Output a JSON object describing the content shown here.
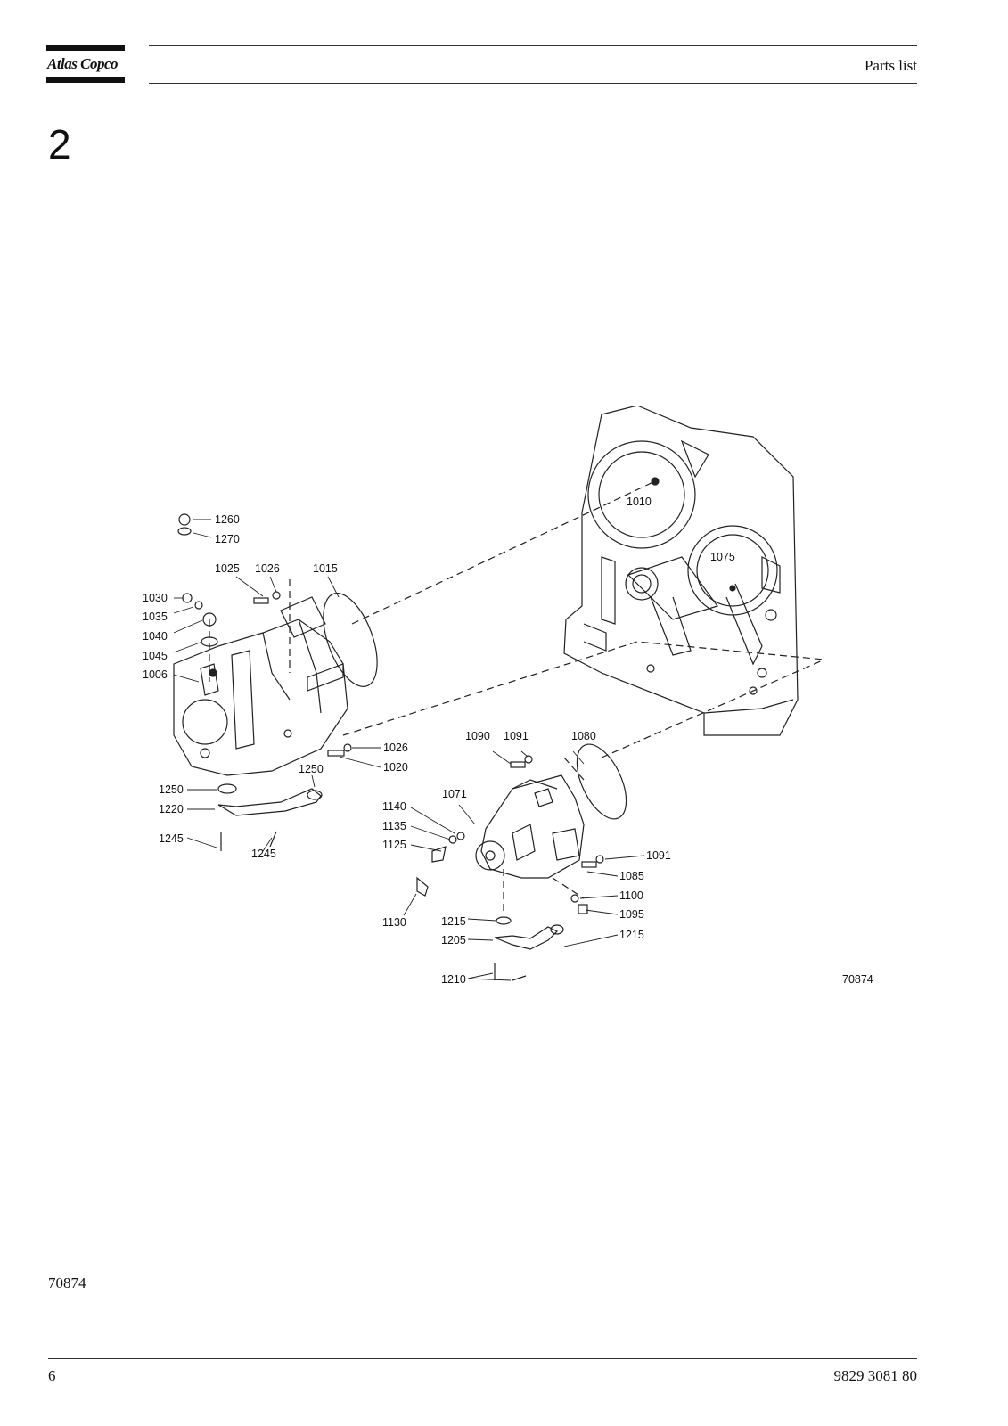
{
  "header": {
    "brand": "Atlas Copco",
    "title": "Parts list"
  },
  "section": {
    "number": "2"
  },
  "figure": {
    "drawing_number": "70874",
    "labels": {
      "l1260": "1260",
      "l1270": "1270",
      "l1025": "1025",
      "l1026a": "1026",
      "l1015": "1015",
      "l1030": "1030",
      "l1035": "1035",
      "l1040": "1040",
      "l1045": "1045",
      "l1006": "1006",
      "l1026b": "1026",
      "l1020": "1020",
      "l1250a": "1250",
      "l1250b": "1250",
      "l1220": "1220",
      "l1245a": "1245",
      "l1245b": "1245",
      "l1010": "1010",
      "l1075": "1075",
      "l1090": "1090",
      "l1091a": "1091",
      "l1080": "1080",
      "l1071": "1071",
      "l1140": "1140",
      "l1135": "1135",
      "l1125": "1125",
      "l1130": "1130",
      "l1091b": "1091",
      "l1085": "1085",
      "l1100": "1100",
      "l1095": "1095",
      "l1215a": "1215",
      "l1215b": "1215",
      "l1205": "1205",
      "l1210": "1210"
    }
  },
  "footer": {
    "figure_ref": "70874",
    "page_number": "6",
    "doc_number": "9829 3081 80"
  }
}
